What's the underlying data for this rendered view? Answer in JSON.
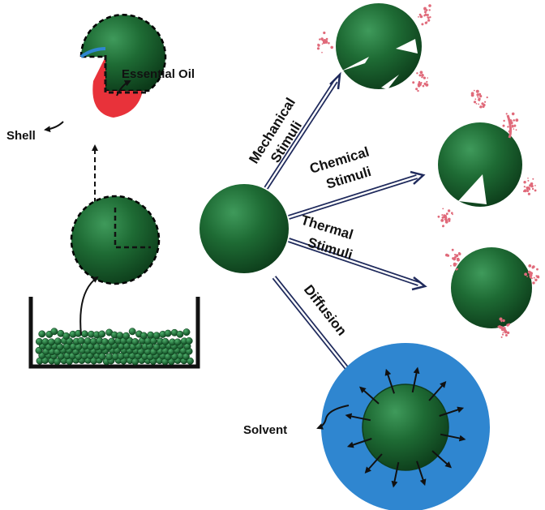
{
  "labels": {
    "essential_oil": "Essential Oil",
    "shell": "Shell",
    "mechanical": "Mechanical",
    "chemical": "Chemical",
    "thermal": "Thermal",
    "stimuli": "Stimuli",
    "diffusion": "Diffusion",
    "solvent": "Solvent"
  },
  "colors": {
    "capsule_green": "#1e6b34",
    "capsule_dark": "#0f3d1c",
    "oil_red": "#e8323a",
    "solvent_blue": "#2f86d0",
    "arrow_navy": "#1f2a5c",
    "release_pink": "#e06a7a"
  }
}
